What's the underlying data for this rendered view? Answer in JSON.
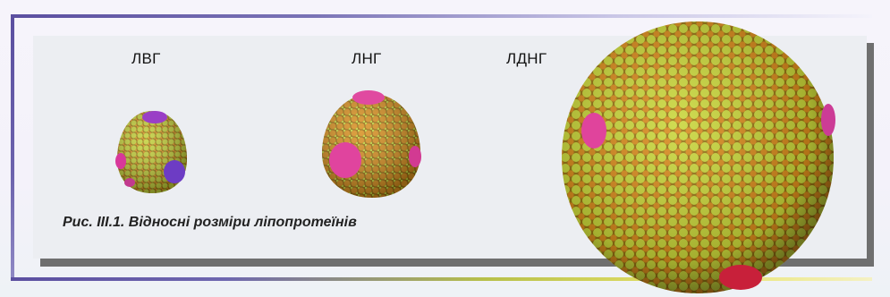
{
  "labels": {
    "hdl": "ЛВГ",
    "ldl": "ЛНГ",
    "vldl": "ЛДНГ"
  },
  "caption": "Рис. ІІІ.1. Відносні розміри ліпопротеїнів",
  "colors": {
    "frame": "#5b4fa0",
    "panel": "#eceef2",
    "phospholipid_green": "#b9d33a",
    "phospholipid_orange": "#d9901e",
    "apoprotein_pink": "#d93a8c",
    "apoprotein_purple": "#7a3fc0",
    "apoprotein_red": "#c8203a"
  }
}
